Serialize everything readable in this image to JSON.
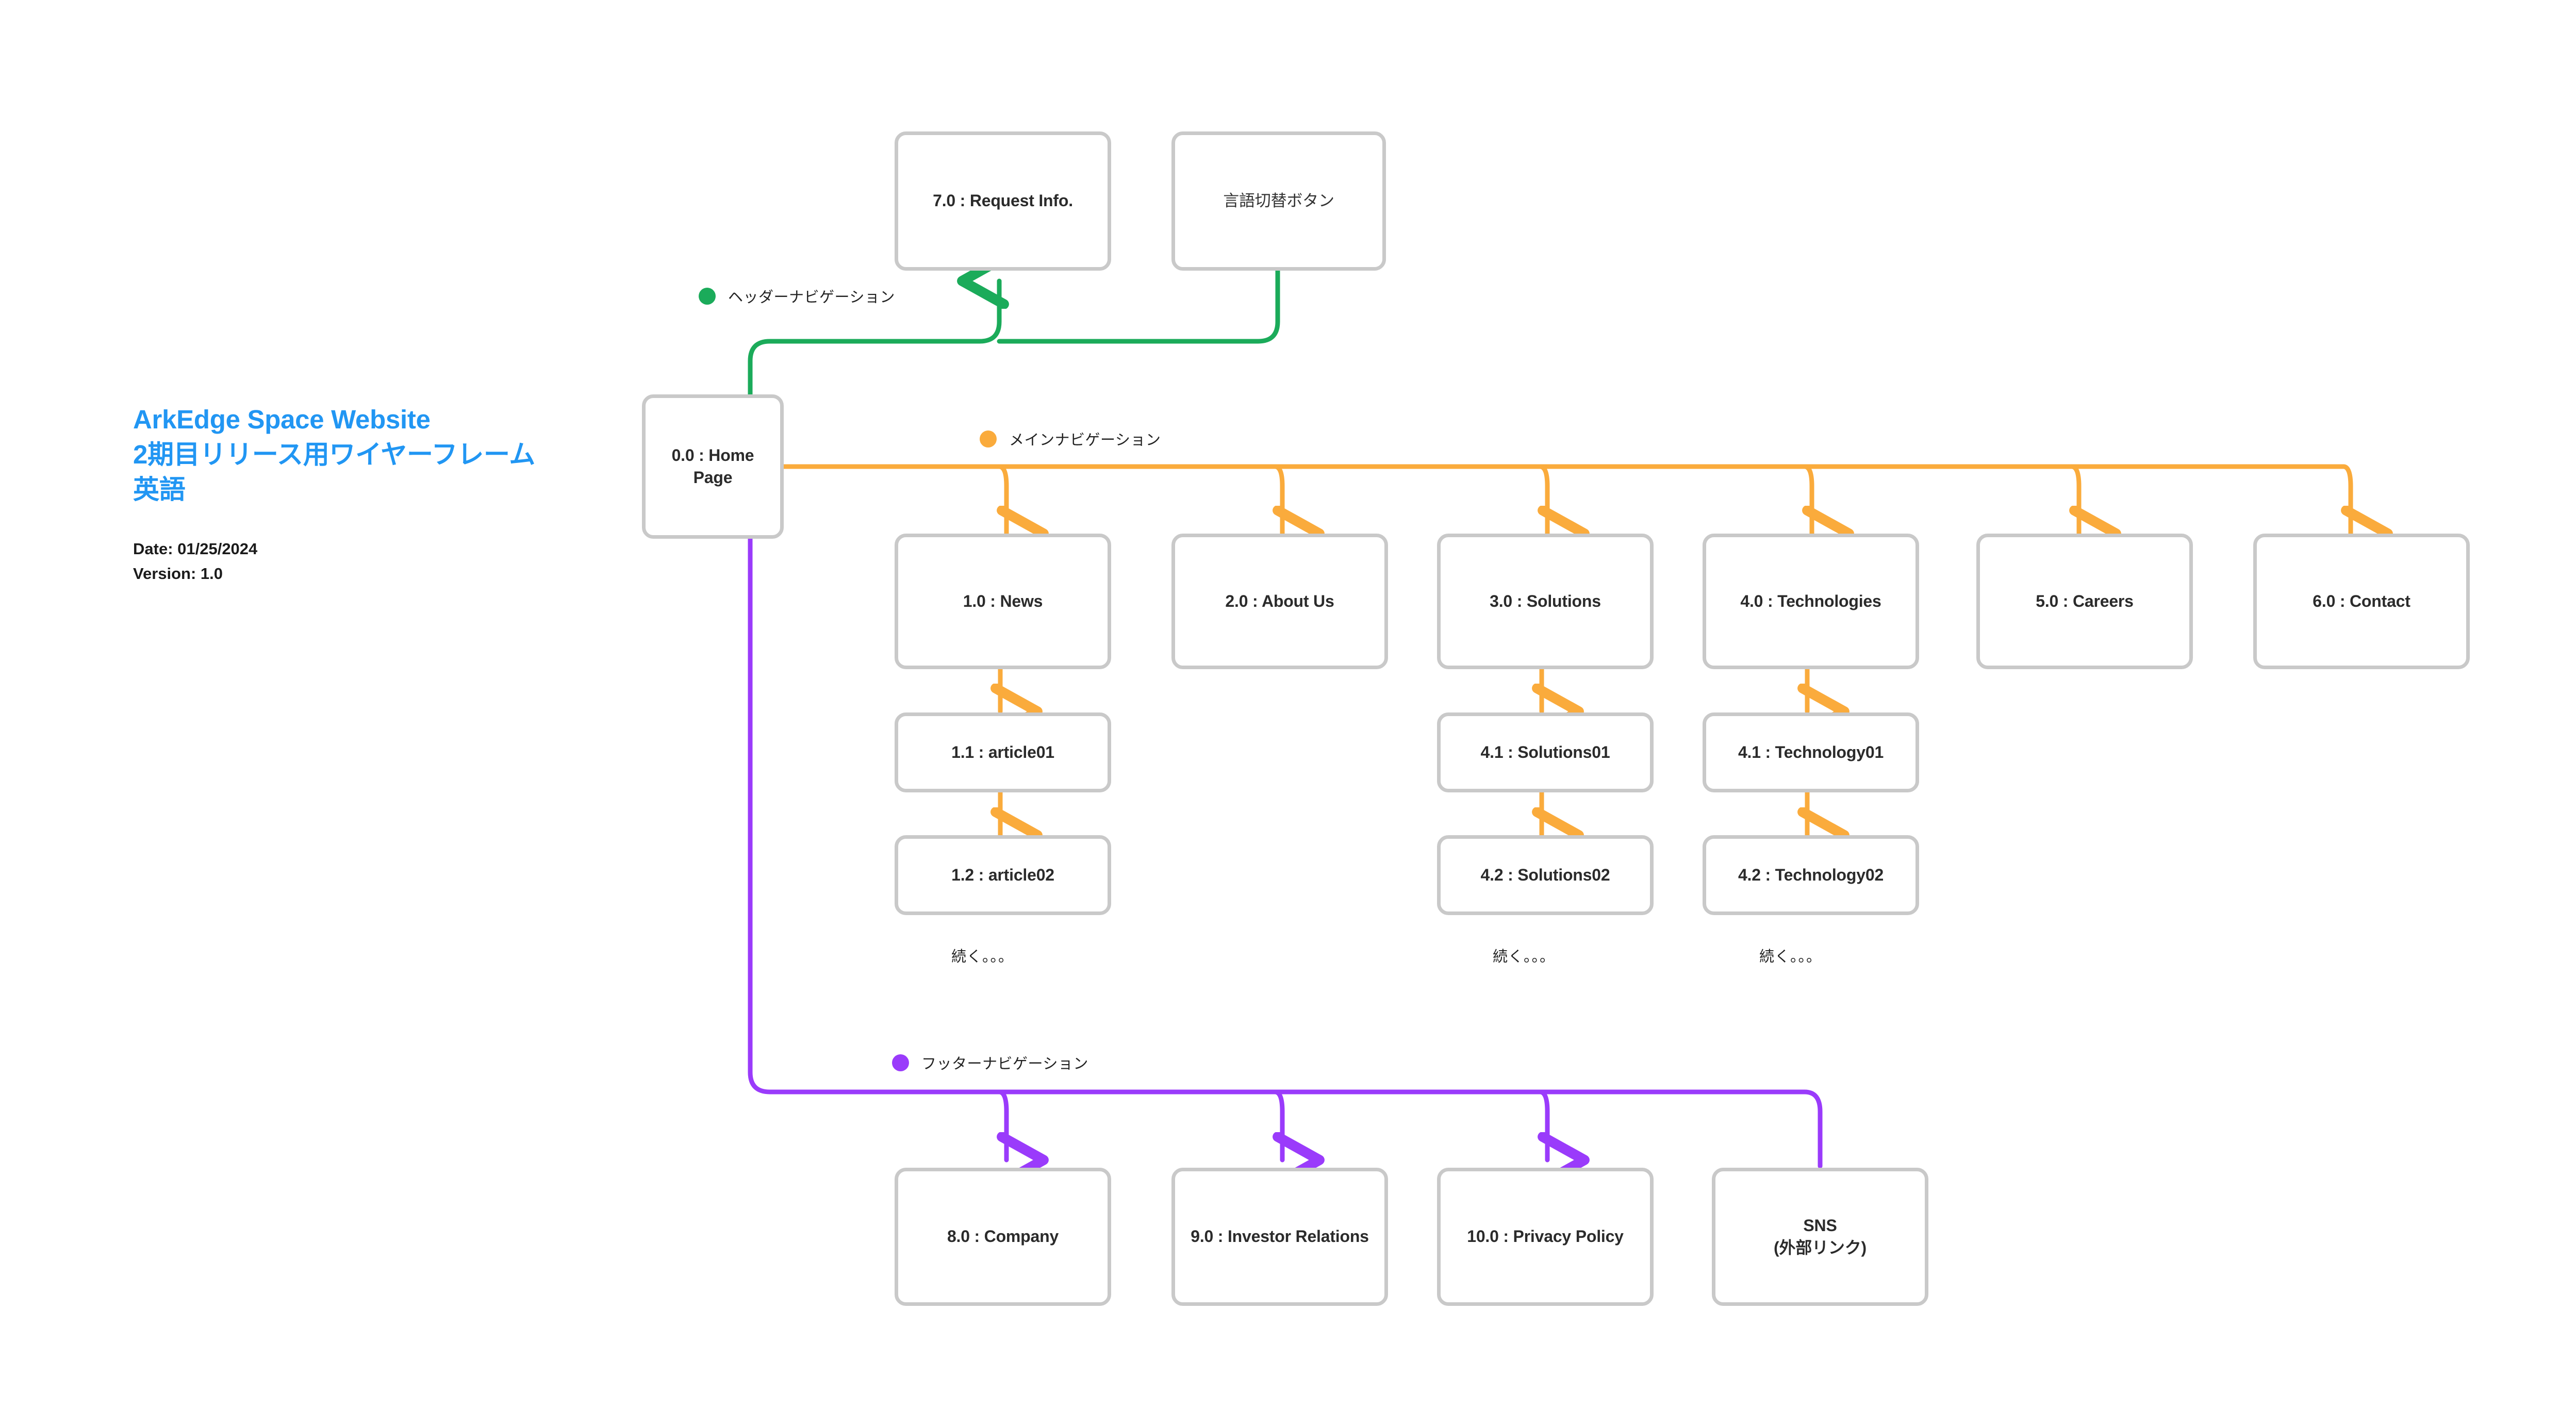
{
  "document": {
    "title_lines": [
      "ArkEdge Space Website",
      "2期目リリース用ワイヤーフレーム",
      "英語"
    ],
    "date_label": "Date: 01/25/2024",
    "version_label": "Version:  1.0",
    "title_color": "#2196F3"
  },
  "legend": [
    {
      "key": "header",
      "label": "ヘッダーナビゲーション",
      "color": "#1BAB5A"
    },
    {
      "key": "main",
      "label": "メインナビゲーション",
      "color": "#FAAB3C"
    },
    {
      "key": "footer",
      "label": "フッターナビゲーション",
      "color": "#9A3BFB"
    }
  ],
  "nodes": {
    "home": {
      "label": "0.0 : Home Page"
    },
    "request": {
      "label": "7.0 : Request Info."
    },
    "lang": {
      "label": "言語切替ボタン"
    },
    "news": {
      "label": "1.0 : News"
    },
    "about": {
      "label": "2.0 : About Us"
    },
    "solutions": {
      "label": "3.0 : Solutions"
    },
    "technologies": {
      "label": "4.0 : Technologies"
    },
    "careers": {
      "label": "5.0 : Careers"
    },
    "contact": {
      "label": "6.0 : Contact"
    },
    "article01": {
      "label": "1.1 : article01"
    },
    "article02": {
      "label": "1.2 : article02"
    },
    "solutions01": {
      "label": "4.1 : Solutions01"
    },
    "solutions02": {
      "label": "4.2 : Solutions02"
    },
    "technology01": {
      "label": "4.1 : Technology01"
    },
    "technology02": {
      "label": "4.2 : Technology02"
    },
    "company": {
      "label": "8.0 : Company"
    },
    "investor": {
      "label": "9.0 : Investor Relations"
    },
    "privacy": {
      "label": "10.0 : Privacy Policy"
    },
    "sns_line1": {
      "label": "SNS"
    },
    "sns_line2": {
      "label": "(外部リンク)"
    }
  },
  "continuation": {
    "news": "続く。。。",
    "solutions": "続く。。。",
    "technologies": "続く。。。"
  },
  "colors": {
    "node_border": "#c9c9c9",
    "node_fill": "#ffffff",
    "header_nav": "#1BAB5A",
    "main_nav": "#FAAB3C",
    "footer_nav": "#9A3BFB",
    "text": "#2b2b2b",
    "background": "#ffffff"
  }
}
